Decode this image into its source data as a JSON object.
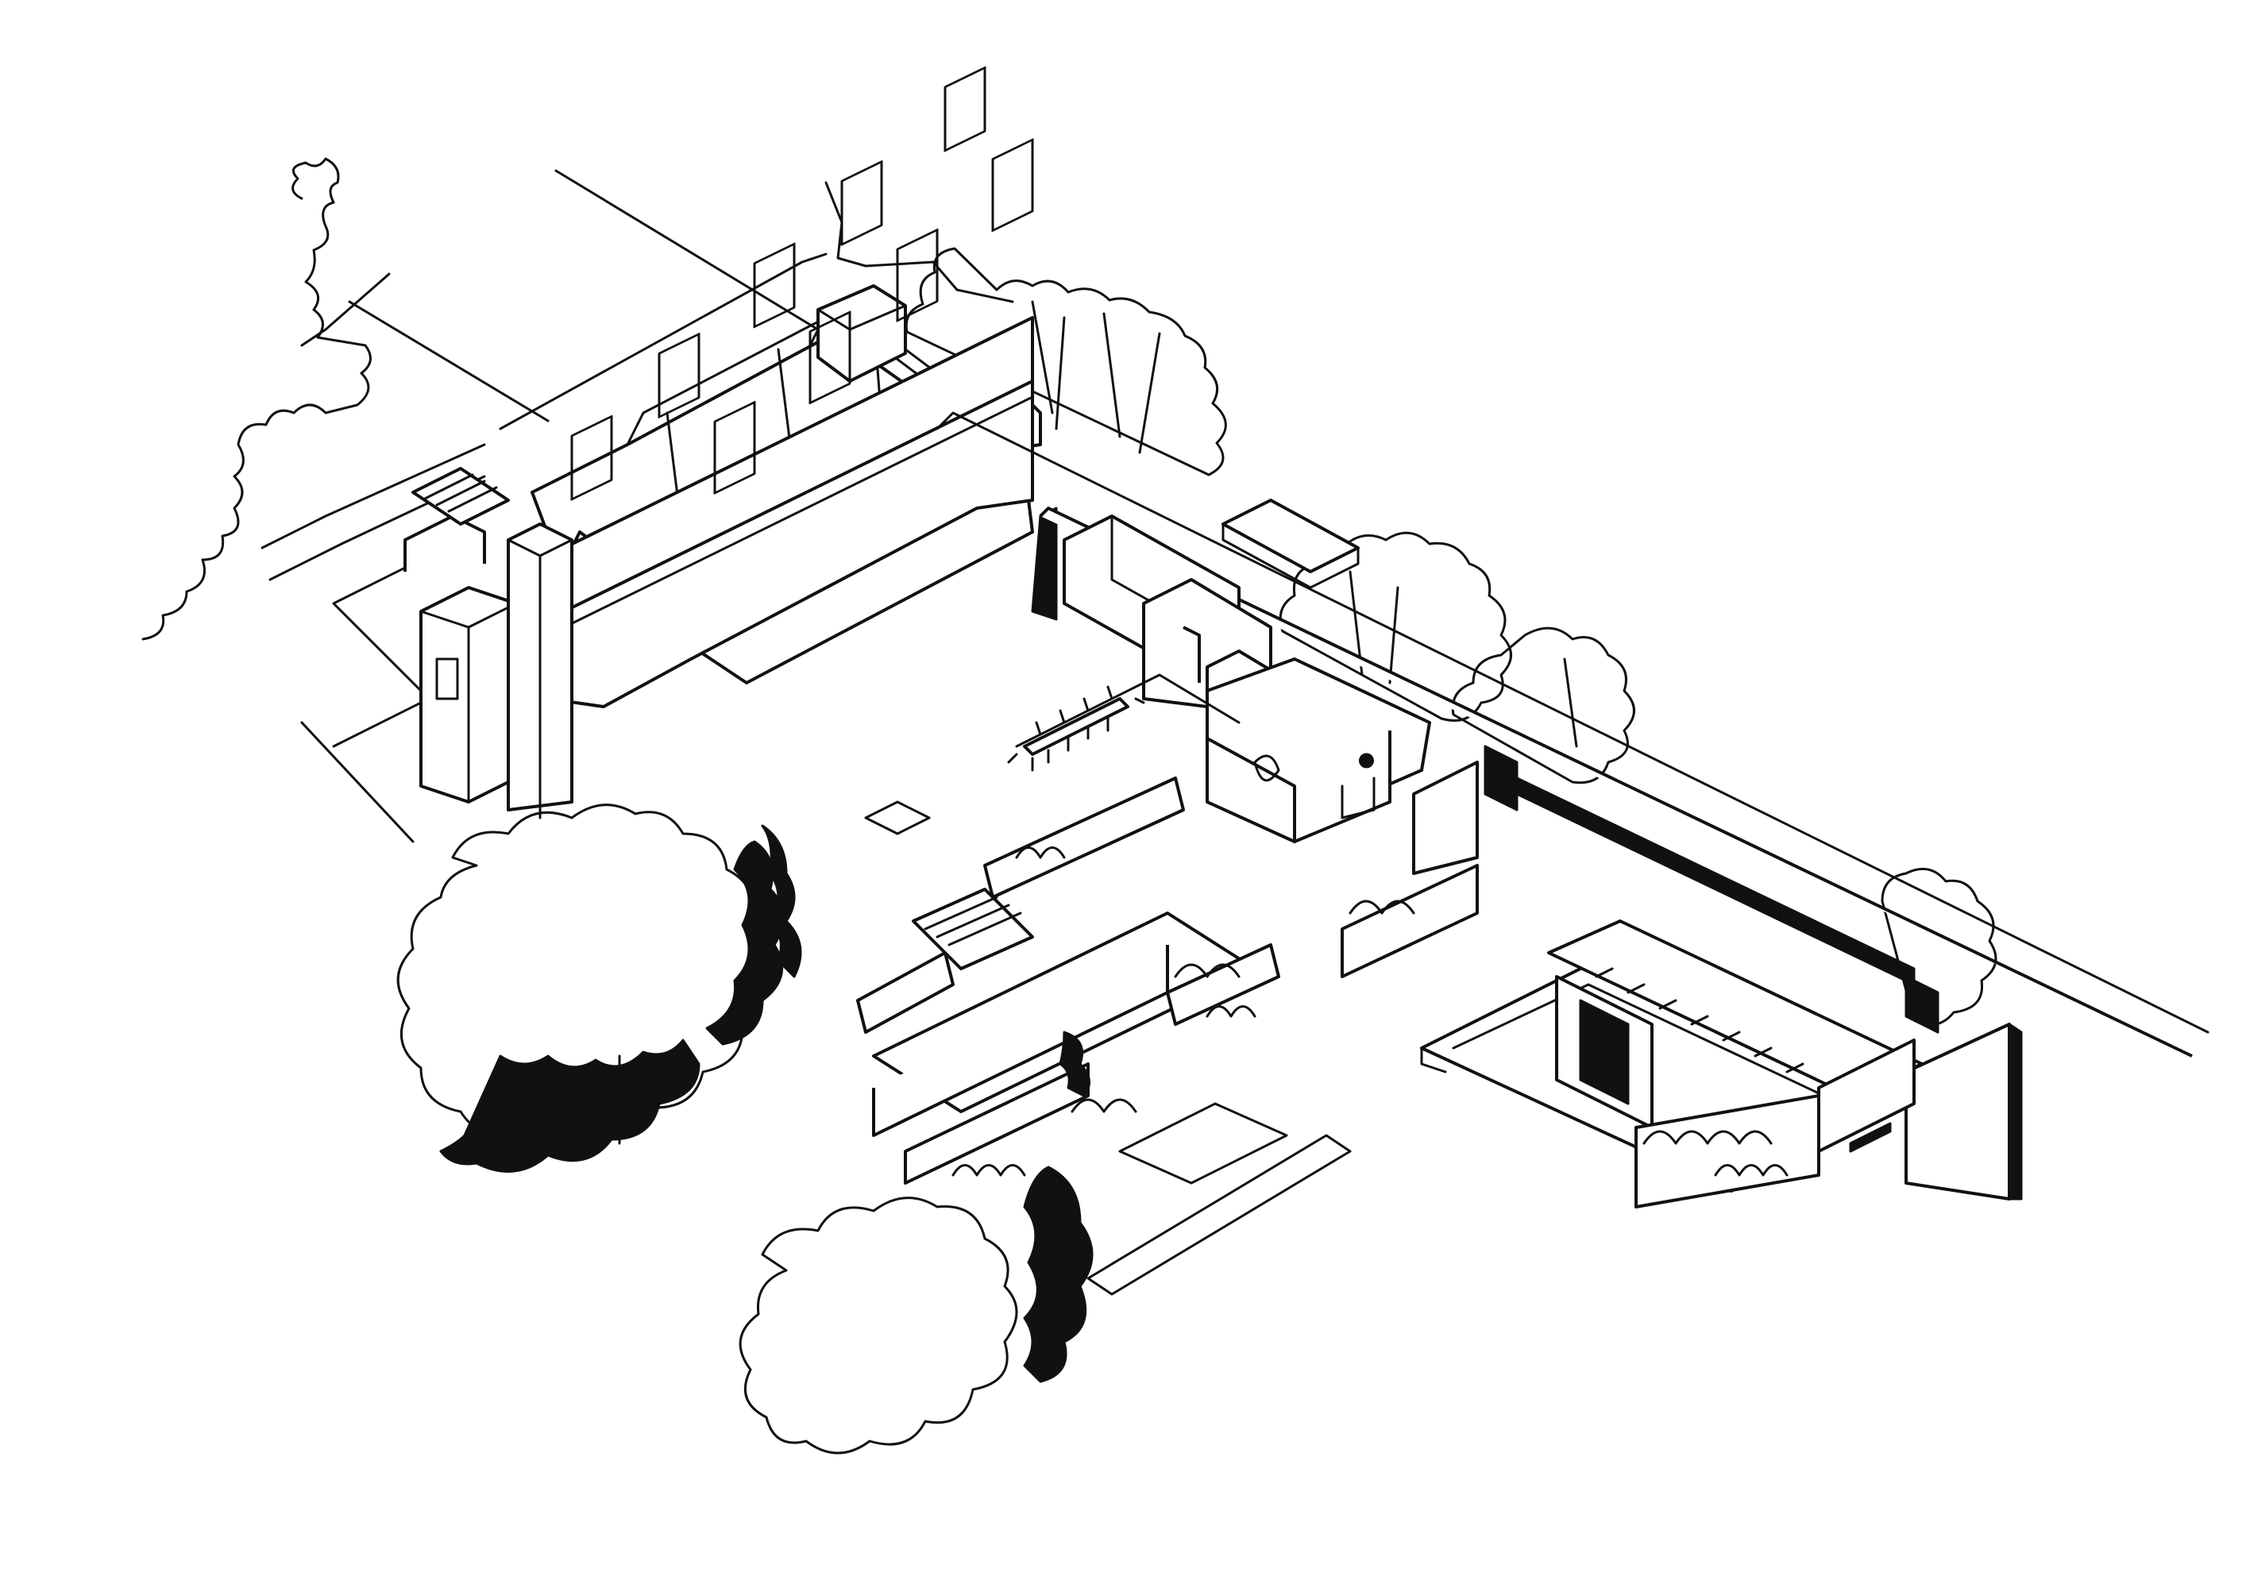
{
  "drawing": {
    "background_color": "#ffffff",
    "ink_color": "#111111",
    "elements": [
      "main-house",
      "boundary-wall",
      "courtyard-outbuilding",
      "garden-pavilion",
      "terrace-steps",
      "planting-beds",
      "trees",
      "dining-table"
    ]
  }
}
